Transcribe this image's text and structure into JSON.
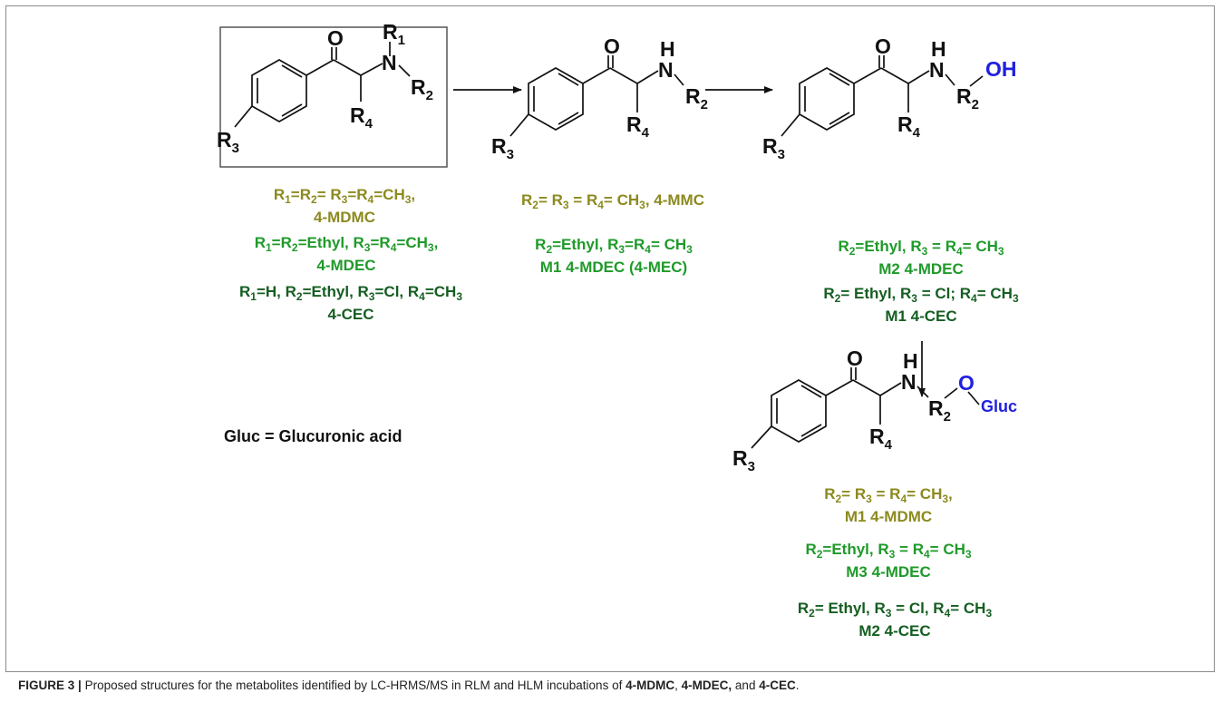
{
  "figure_label": "FIGURE 3 |",
  "caption": {
    "part1": "Proposed structures for the metabolites identified by LC-HRMS/MS in RLM and HLM incubations of",
    "c1": "4-MDMC",
    "sep1": ",",
    "c2": "4-MDEC,",
    "sep2": "and",
    "c3": "4-CEC",
    "end": "."
  },
  "legend_note": "Gluc = Glucuronic acid",
  "atoms": {
    "O": "O",
    "N": "N",
    "H": "H",
    "R": "R",
    "s1": "1",
    "s2": "2",
    "s3": "3",
    "s4": "4",
    "OH": "OH",
    "Gluc": "Gluc"
  },
  "labels": {
    "parent": {
      "l1": "R1=R2= R3=R4=CH3,",
      "l2": "4-MDMC",
      "l3": "R1=R2=Ethyl, R3=R4=CH3,",
      "l4": "4-MDEC",
      "l5": "R1=H, R2=Ethyl, R3=Cl, R4=CH3",
      "l6": "4-CEC"
    },
    "dealkylated": {
      "l1": "R2= R3 = R4= CH3, 4-MMC",
      "l2": "R2=Ethyl, R3=R4= CH3",
      "l3": "M1 4-MDEC (4-MEC)"
    },
    "hydroxylated": {
      "l1": "R2=Ethyl, R3 = R4= CH3",
      "l2": "M2 4-MDEC",
      "l3": "R2= Ethyl, R3 = Cl; R4= CH3",
      "l4": "M1 4-CEC"
    },
    "glucuronide": {
      "l1": "R2= R3 = R4= CH3,",
      "l2": "M1 4-MDMC",
      "l3": "R2=Ethyl, R3 = R4= CH3",
      "l4": "M3 4-MDEC",
      "l5": "R2= Ethyl, R3 = Cl, R4= CH3",
      "l6": "M2 4-CEC"
    }
  },
  "colors": {
    "olive": "#8c8a1e",
    "green": "#1f9a2a",
    "dark_green": "#155e22",
    "blue": "#2020e0",
    "frame": "#8a8a8a"
  }
}
